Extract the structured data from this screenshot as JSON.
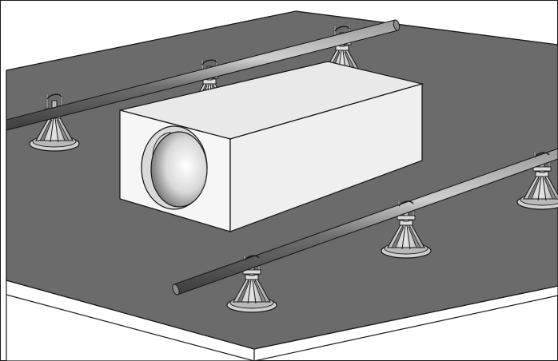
{
  "illustration": {
    "subject": "",
    "colors": {
      "background": "#ffffff",
      "roof_top": "#6b6b6b",
      "roof_side": "#ffffff",
      "outline": "#1a1a1a",
      "pipe": "#5a5a5a",
      "pipe_highlight": "#c8c8c8",
      "duct_top": "#e9e9e9",
      "duct_front": "#f7f7f7",
      "duct_side": "#efefef",
      "support_light": "#d6d6d6",
      "support_dark": "#8f8f8f"
    },
    "pipes": 2,
    "supports_per_pipe": 3,
    "duct_outlet": "round"
  }
}
